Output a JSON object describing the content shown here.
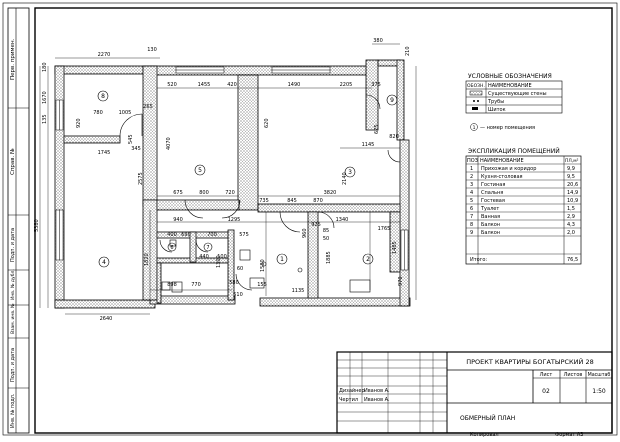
{
  "legend": {
    "title": "УСЛОВНЫЕ ОБОЗНАЧЕНИЯ",
    "col_symbol": "ОБОЗН.",
    "col_name": "НАИМЕНОВАНИЕ",
    "items": [
      "Существующие стены",
      "Трубы",
      "Шиток"
    ],
    "room_number_note": "— номер помещения",
    "room_number_symbol": "1"
  },
  "explication": {
    "title": "ЭКСПЛИКАЦИЯ ПОМЕЩЕНИЙ",
    "headers": [
      "ПОЗ",
      "НАИМЕНОВАНИЕ",
      "ПЛ,м²"
    ],
    "rows": [
      [
        "1",
        "Прихожая и коридор",
        "9,9"
      ],
      [
        "2",
        "Кухня-столовая",
        "9,5"
      ],
      [
        "3",
        "Гостиная",
        "20,6"
      ],
      [
        "4",
        "Спальня",
        "14,9"
      ],
      [
        "5",
        "Гостевая",
        "10,9"
      ],
      [
        "6",
        "Туалет",
        "1,5"
      ],
      [
        "7",
        "Ванная",
        "2,9"
      ],
      [
        "8",
        "Балкон",
        "4,3"
      ],
      [
        "9",
        "Балкон",
        "2,0"
      ]
    ],
    "total_label": "Итого:",
    "total_value": "76,5"
  },
  "title_block": {
    "project": "ПРОЕКТ КВАРТИРЫ БОГАТЫРСКИЙ 28",
    "col_sheet": "Лист",
    "col_sheets": "Листов",
    "col_scale": "Масштаб",
    "sheet": "02",
    "scale": "1:50",
    "role1": "Дизайнер",
    "person1": "Иванов А.",
    "role2": "Чертил",
    "person2": "Иванов А.",
    "drawing_name": "ОБМЕРНЫЙ ПЛАН",
    "copied": "Копировал",
    "format": "Формат А3"
  },
  "side_stamp": [
    "Перв. примен.",
    "Справ. №",
    "Подп. и дата",
    "Инв. № дубл.",
    "Взам. инв. №",
    "Подп. и дата",
    "Инв. № подл."
  ],
  "rooms": [
    {
      "num": "8"
    },
    {
      "num": "5"
    },
    {
      "num": "3"
    },
    {
      "num": "9"
    },
    {
      "num": "4"
    },
    {
      "num": "1"
    },
    {
      "num": "2"
    },
    {
      "num": "6"
    },
    {
      "num": "7"
    }
  ],
  "dims": {
    "top_2270": "2270",
    "top_130": "130",
    "top_380": "380",
    "top_210": "210",
    "top_520": "520",
    "top_1455": "1455",
    "top_420": "420",
    "top_1490": "1490",
    "top_2205": "2205",
    "top_375": "375",
    "l_180": "180",
    "l_1670": "1670",
    "l_135": "135",
    "l_5380": "5380",
    "b8_780": "780",
    "b8_1005": "1005",
    "b8_265": "265",
    "b8_920": "920",
    "b8_545": "545",
    "b8_1745": "1745",
    "b8_345": "345",
    "b8_2575": "2575",
    "r5_4070": "4070",
    "r5_675": "675",
    "r5_800": "800",
    "r5_720": "720",
    "r3_1145": "1145",
    "r3_620": "620",
    "r3_625": "625",
    "r3_2140": "2140",
    "r3_3820": "3820",
    "r3_820": "820",
    "mid_940": "940",
    "mid_1295": "1295",
    "mid_735": "735",
    "mid_845": "845",
    "mid_870": "870",
    "mid_1340": "1340",
    "mid_1765": "1765",
    "mid_400": "400",
    "mid_690": "690",
    "mid_700": "700",
    "mid_575": "575",
    "mid_85": "85",
    "mid_50": "50",
    "mid_960": "960",
    "c_1820": "1820",
    "c_1580": "1580",
    "c_1485": "1485",
    "c_1885": "1885",
    "c_1300": "1300",
    "c_1135": "1135",
    "c_970": "970",
    "c_155": "155",
    "c_580": "580",
    "c_925": "925",
    "b_2640": "2640",
    "b_770": "770",
    "b_898": "898",
    "b_440": "440",
    "b_100": "100",
    "b_510": "510",
    "b_60": "60"
  }
}
